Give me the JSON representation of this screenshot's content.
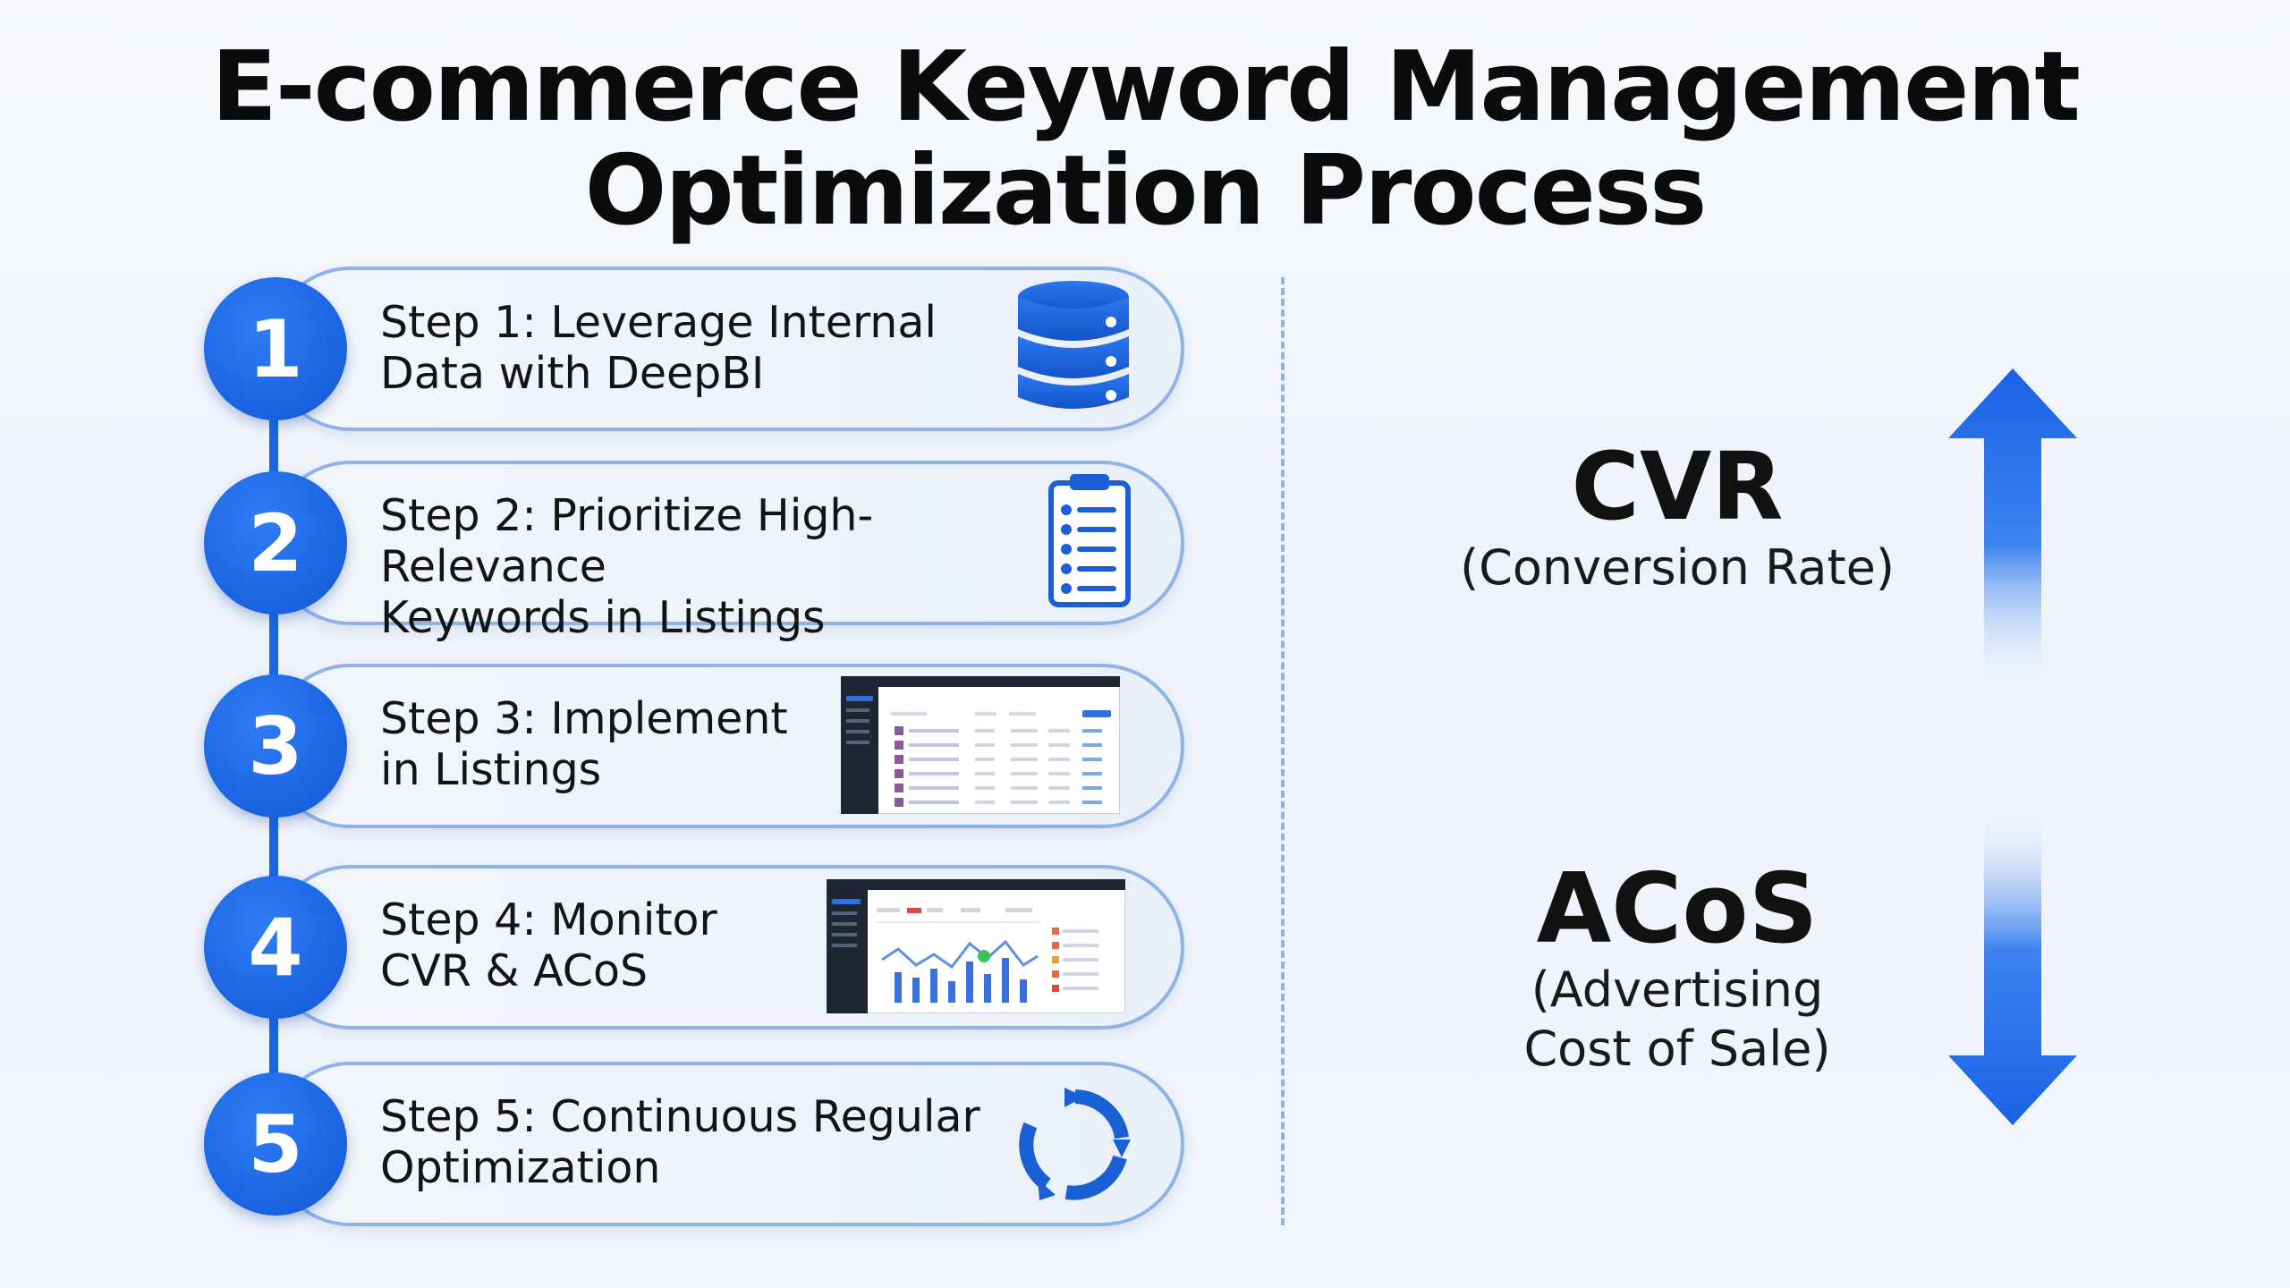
{
  "title": {
    "line1": "E-commerce Keyword Management",
    "line2": "Optimization Process"
  },
  "steps": [
    {
      "number": "1",
      "line1": "Step 1: Leverage Internal",
      "line2": "Data with DeepBI",
      "icon": "database-icon"
    },
    {
      "number": "2",
      "line1": "Step 2: Prioritize High-Relevance",
      "line2": "Keywords in Listings",
      "icon": "clipboard-checklist-icon"
    },
    {
      "number": "3",
      "line1": "Step 3: Implement",
      "line2": "in Listings",
      "icon": "listings-dashboard-screenshot"
    },
    {
      "number": "4",
      "line1": "Step 4: Monitor",
      "line2": "CVR & ACoS",
      "icon": "analytics-dashboard-screenshot"
    },
    {
      "number": "5",
      "line1": "Step 5: Continuous Regular",
      "line2": "Optimization",
      "icon": "cycle-refresh-icon"
    }
  ],
  "metrics": {
    "cvr": {
      "title": "CVR",
      "subtitle_line1": "(Conversion Rate)",
      "direction": "up",
      "icon": "arrow-up-icon"
    },
    "acos": {
      "title": "ACoS",
      "subtitle_line1": "(Advertising",
      "subtitle_line2": "Cost of Sale)",
      "direction": "down",
      "icon": "arrow-down-icon"
    }
  },
  "colors": {
    "accent": "#1a66e6",
    "card_border": "#8fb3e8",
    "text": "#111111"
  }
}
